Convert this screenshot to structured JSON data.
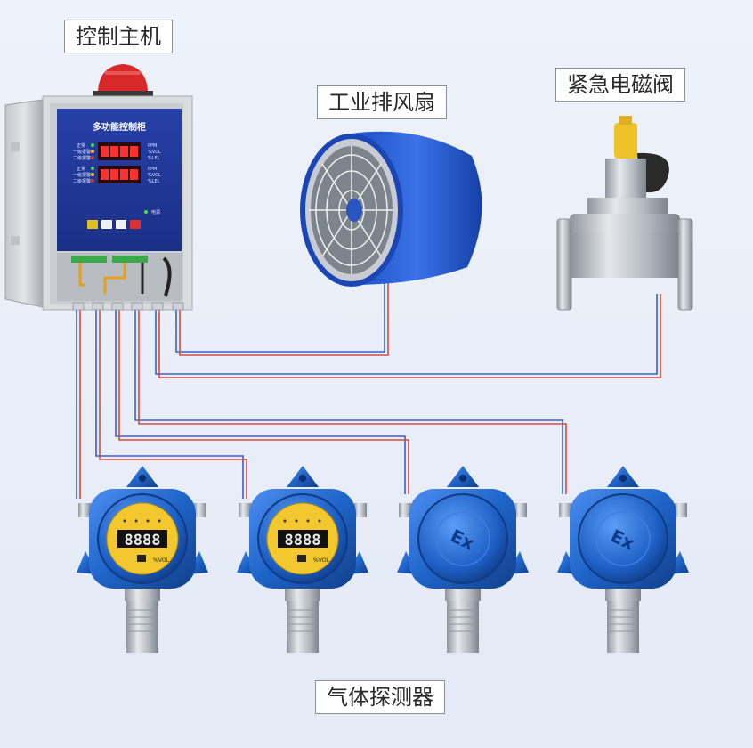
{
  "labels": {
    "controller": "控制主机",
    "fan": "工业排风扇",
    "valve": "紧急电磁阀",
    "detectors": "气体探测器"
  },
  "controller_panel": {
    "title": "多功能控制柜",
    "row_labels": [
      "正常",
      "一级报警",
      "二级报警"
    ],
    "units": [
      "%LEL",
      "%VOL",
      "PPM"
    ],
    "indicator_label": "电源"
  },
  "detector_display": {
    "digits": "8888",
    "unit": "%VOL",
    "ex_mark": "Ex"
  },
  "colors": {
    "housing_blue": "#1e64c8",
    "wire_red": "#d94a3a",
    "wire_blue": "#3a5fd0",
    "alarm_red": "#d8282a",
    "display_yellow": "#f2c82e"
  }
}
